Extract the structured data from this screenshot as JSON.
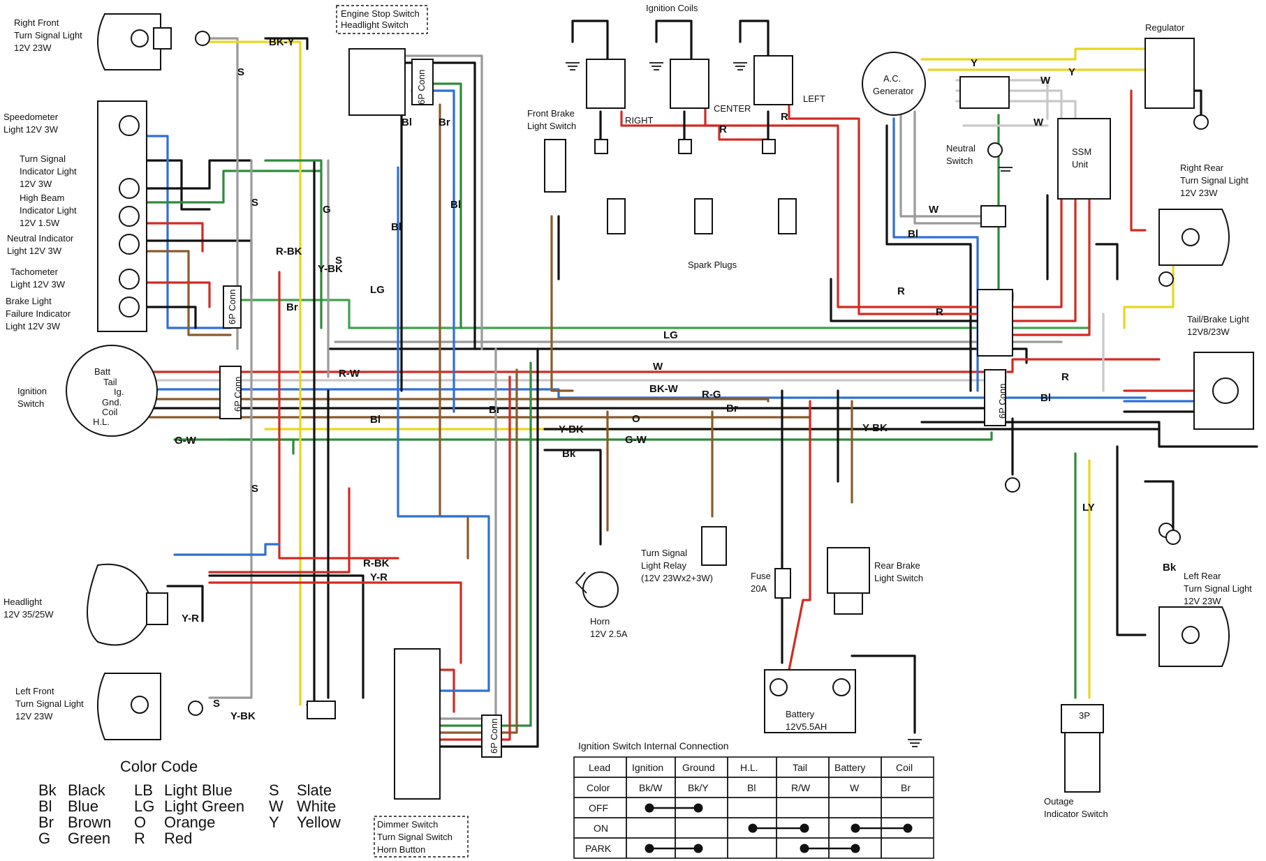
{
  "labels": {
    "right_front": [
      "Right Front",
      "Turn Signal Light",
      "12V 23W"
    ],
    "engine_stop": [
      "Engine Stop Switch",
      "Headlight Switch"
    ],
    "ignition_coils": "Ignition Coils",
    "regulator": "Regulator",
    "ac_generator": [
      "A.C.",
      "Generator"
    ],
    "speedometer": [
      "Speedometer",
      "Light 12V 3W"
    ],
    "turn_indicator": [
      "Turn Signal",
      "Indicator Light",
      "12V 3W"
    ],
    "high_beam": [
      "High Beam",
      "Indicator Light",
      "12V 1.5W"
    ],
    "neutral_indicator": [
      "Neutral Indicator",
      "Light 12V 3W"
    ],
    "tachometer": [
      "Tachometer",
      "Light 12V 3W"
    ],
    "brake_failure": [
      "Brake Light",
      "Failure Indicator",
      "Light  12V 3W"
    ],
    "front_brake": [
      "Front Brake",
      "Light Switch"
    ],
    "coil_right": "RIGHT",
    "coil_center": "CENTER",
    "coil_left": "LEFT",
    "neutral_switch": [
      "Neutral",
      "Switch"
    ],
    "ssm_unit": [
      "SSM",
      "Unit"
    ],
    "right_rear": [
      "Right Rear",
      "Turn Signal Light",
      "12V 23W"
    ],
    "spark_plugs": "Spark Plugs",
    "tail_brake": [
      "Tail/Brake Light",
      "12V8/23W"
    ],
    "ignition_switch": [
      "Ignition",
      "Switch"
    ],
    "ign_terminals": [
      "Batt",
      "Tail",
      "Ig.",
      "Gnd.",
      "Coil",
      "H.L."
    ],
    "headlight": [
      "Headlight",
      "12V 35/25W"
    ],
    "turn_relay": [
      "Turn Signal",
      "Light Relay",
      "(12V 23Wx2+3W)"
    ],
    "horn": [
      "Horn",
      "12V 2.5A"
    ],
    "fuse": [
      "Fuse",
      "20A"
    ],
    "rear_brake": [
      "Rear Brake",
      "Light Switch"
    ],
    "left_rear": [
      "Left Rear",
      "Turn Signal Light",
      "12V 23W"
    ],
    "left_front": [
      "Left Front",
      "Turn Signal Light",
      "12V 23W"
    ],
    "battery": [
      "Battery",
      "12V5.5AH"
    ],
    "outage": [
      "Outage",
      "Indicator Switch"
    ],
    "dimmer": [
      "Dimmer Switch",
      "Turn Signal Switch",
      "Horn Button"
    ],
    "conn": "6P Conn",
    "conn3p": "3P"
  },
  "wire_labels": {
    "bk_y": "BK-Y",
    "s": "S",
    "g": "G",
    "bl": "Bl",
    "br": "Br",
    "y_bk": "Y-BK",
    "r_bk": "R-BK",
    "lg": "LG",
    "r_w": "R-W",
    "w": "W",
    "r": "R",
    "o": "O",
    "g_w": "G-W",
    "r_g": "R-G",
    "bk_w": "BK-W",
    "bk": "Bk",
    "y_r": "Y-R",
    "ly": "LY",
    "y": "Y"
  },
  "color_code": {
    "title": "Color Code",
    "entries": [
      {
        "code": "Bk",
        "name": "Black"
      },
      {
        "code": "Bl",
        "name": "Blue"
      },
      {
        "code": "Br",
        "name": "Brown"
      },
      {
        "code": "G",
        "name": "Green"
      },
      {
        "code": "LB",
        "name": "Light Blue"
      },
      {
        "code": "LG",
        "name": "Light Green"
      },
      {
        "code": "O",
        "name": "Orange"
      },
      {
        "code": "R",
        "name": "Red"
      },
      {
        "code": "S",
        "name": "Slate"
      },
      {
        "code": "W",
        "name": "White"
      },
      {
        "code": "Y",
        "name": "Yellow"
      }
    ]
  },
  "ignition_table": {
    "title": "Ignition Switch Internal Connection",
    "header": [
      "Lead",
      "Ignition",
      "Ground",
      "H.L.",
      "Tail",
      "Battery",
      "Coil"
    ],
    "color_row": [
      "Color",
      "Bk/W",
      "Bk/Y",
      "Bl",
      "R/W",
      "W",
      "Br"
    ],
    "rows": [
      "OFF",
      "ON",
      "PARK"
    ]
  },
  "colors": {
    "black": "#111111",
    "blue": "#2f6fd6",
    "brown": "#8a5a2b",
    "green": "#2e8b3a",
    "light_green": "#3da24f",
    "red": "#d22a22",
    "yellow": "#e8d61e",
    "slate": "#9a9a9a",
    "white": "#c8c8c8",
    "orange": "#e08a2a"
  }
}
